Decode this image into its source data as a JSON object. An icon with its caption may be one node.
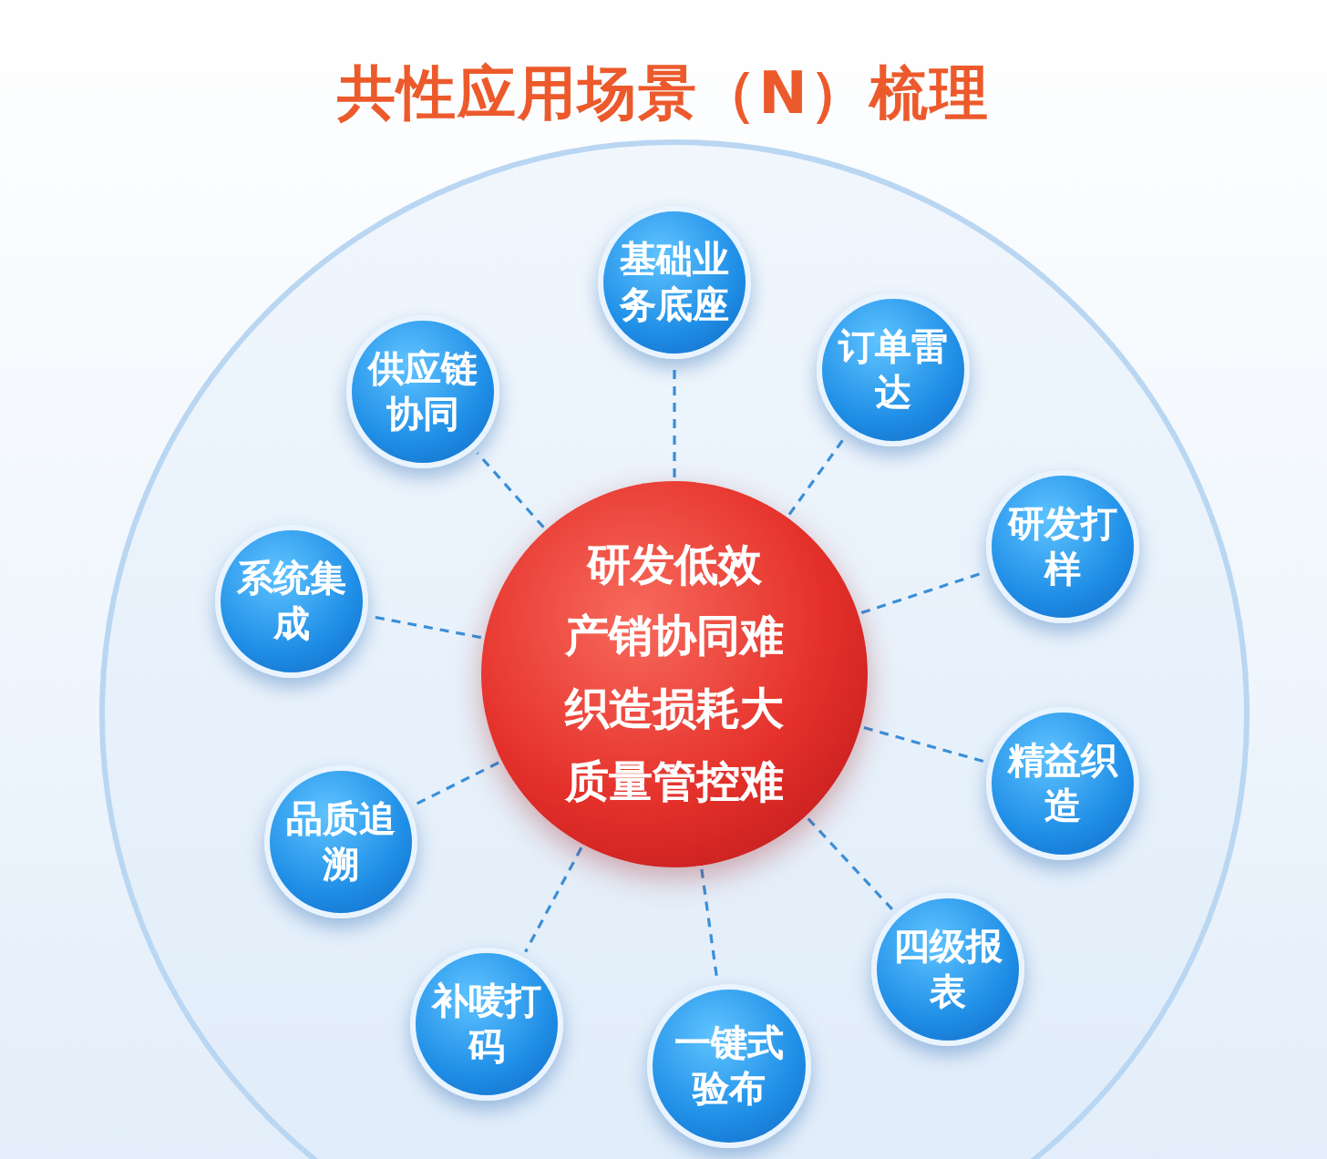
{
  "diagram": {
    "title": "共性应用场景（N）梳理",
    "nodes": [
      {
        "text": [
          "研发低效",
          "产销协同难",
          "织造损耗大",
          "质量管控难"
        ]
      },
      {
        "text": [
          "基础业务底座"
        ]
      },
      {
        "text": [
          "订单雷达"
        ]
      },
      {
        "text": [
          "研发打样"
        ]
      },
      {
        "text": [
          "精益织造"
        ]
      },
      {
        "text": [
          "四级报表"
        ]
      },
      {
        "text": [
          "一键式验布"
        ]
      },
      {
        "text": [
          "补唛打码"
        ]
      },
      {
        "text": [
          "品质追溯"
        ]
      },
      {
        "text": [
          "系统集成"
        ]
      },
      {
        "text": [
          "供应链协同"
        ]
      }
    ],
    "edges": [
      {
        "from": 0,
        "to": 1,
        "arrow": "none",
        "style": "dashed"
      },
      {
        "from": 0,
        "to": 2,
        "arrow": "none",
        "style": "dashed"
      },
      {
        "from": 0,
        "to": 3,
        "arrow": "none",
        "style": "dashed"
      },
      {
        "from": 0,
        "to": 4,
        "arrow": "none",
        "style": "dashed"
      },
      {
        "from": 0,
        "to": 5,
        "arrow": "none",
        "style": "dashed"
      },
      {
        "from": 0,
        "to": 6,
        "arrow": "none",
        "style": "dashed"
      },
      {
        "from": 0,
        "to": 7,
        "arrow": "none",
        "style": "dashed"
      },
      {
        "from": 0,
        "to": 8,
        "arrow": "none",
        "style": "dashed"
      },
      {
        "from": 0,
        "to": 9,
        "arrow": "none",
        "style": "dashed"
      },
      {
        "from": 0,
        "to": 10,
        "arrow": "none",
        "style": "dashed"
      }
    ]
  }
}
